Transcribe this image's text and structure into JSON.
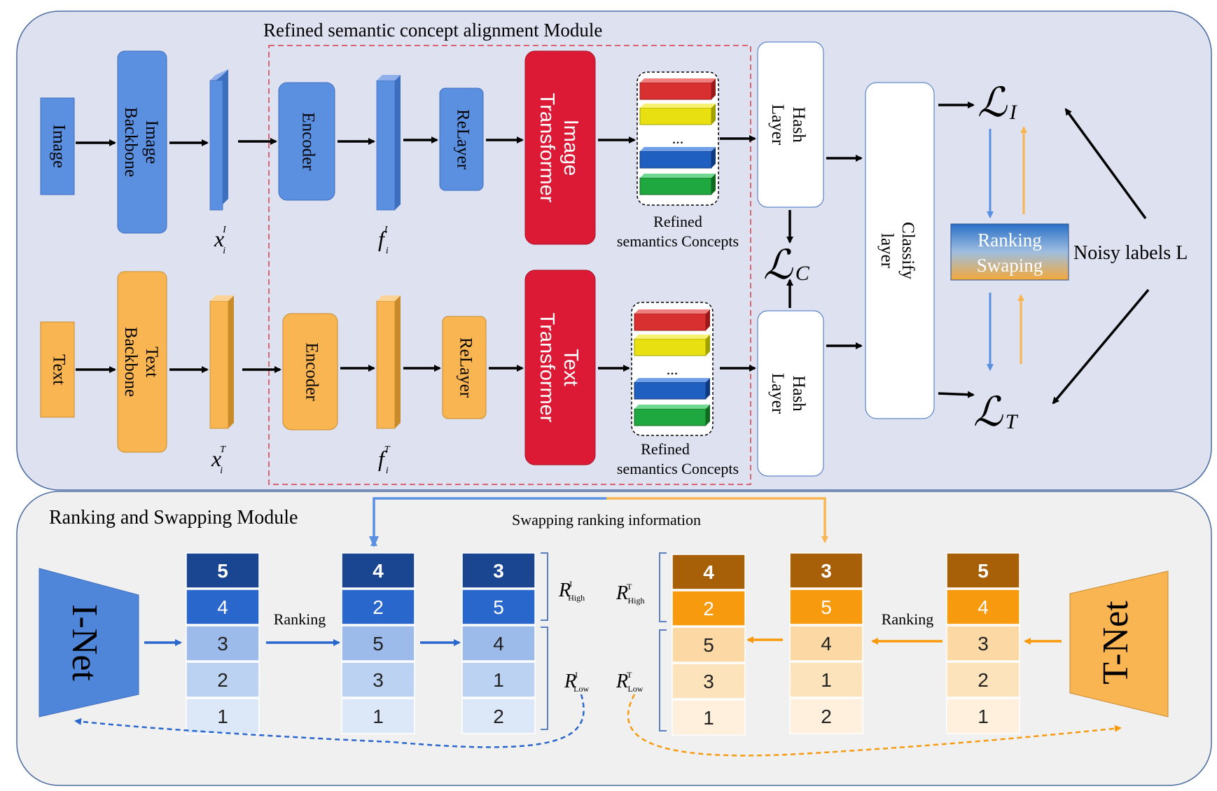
{
  "colors": {
    "top_panel": "#dde1f0",
    "bottom_panel": "#f0f0f0",
    "blue": "#5b8fe0",
    "blue_edge": "#3e6fbf",
    "orange": "#f8b552",
    "orange_edge": "#c98a2a",
    "red": "#dd1a35",
    "dashed_red": "#d83a4a",
    "blue_rank": [
      "#1a4590",
      "#2a67cc",
      "#9cbbea",
      "#bcd2f2",
      "#dce8f8"
    ],
    "orange_rank": [
      "#a86008",
      "#f79a0d",
      "#fcd8a4",
      "#fde3bc",
      "#fef0dc"
    ]
  },
  "top_module": {
    "title": "Refined semantic concept alignment Module",
    "image_label": "Image",
    "image_backbone": "Image Backbone",
    "text_label": "Text",
    "text_backbone": "Text Backbone",
    "encoder": "Encoder",
    "relayer": "ReLayer",
    "image_transformer": "Image Transformer",
    "text_transformer": "Text Transformer",
    "ellipsis": "...",
    "refined_line1": "Refined",
    "refined_line2": "semantics Concepts",
    "hash_layer": "Hash Layer",
    "classify_layer": "Classify layer",
    "ranking_swaping_line1": "Ranking",
    "ranking_swaping_line2": "Swaping",
    "noisy_labels": "Noisy labels L",
    "x_base": "x",
    "f_base": "f",
    "sub_i": "i",
    "sup_I": "I",
    "sup_T": "T",
    "loss_symbol": "ℒ",
    "loss_I": "I",
    "loss_T": "T",
    "loss_C": "C"
  },
  "bottom_module": {
    "title": "Ranking and Swapping Module",
    "swap_caption": "Swapping ranking information",
    "inet": "I-Net",
    "tnet": "T-Net",
    "ranking": "Ranking",
    "r_base": "R",
    "high": "High",
    "low": "Low",
    "sup_I": "I",
    "sup_T": "T",
    "col_I1": [
      "5",
      "4",
      "3",
      "2",
      "1"
    ],
    "col_I2": [
      "4",
      "2",
      "5",
      "3",
      "1"
    ],
    "col_I3": [
      "3",
      "5",
      "4",
      "1",
      "2"
    ],
    "col_T3": [
      "4",
      "2",
      "5",
      "3",
      "1"
    ],
    "col_T2": [
      "3",
      "5",
      "4",
      "1",
      "2"
    ],
    "col_T1": [
      "5",
      "4",
      "3",
      "2",
      "1"
    ]
  }
}
